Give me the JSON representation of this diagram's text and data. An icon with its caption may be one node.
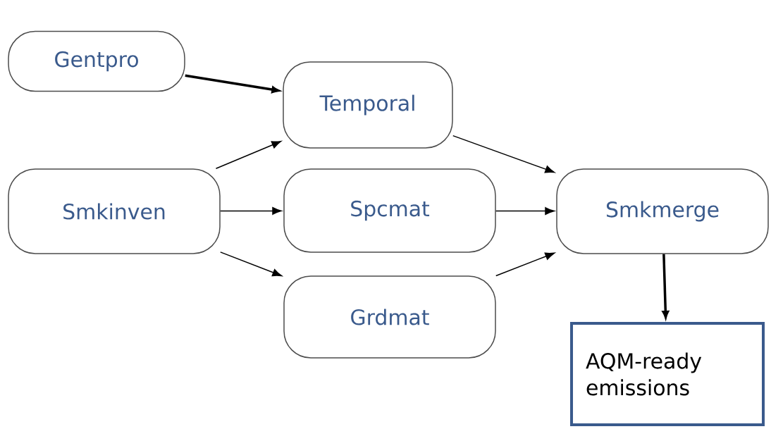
{
  "diagram": {
    "nodes": [
      {
        "text": [
          "Gentpro"
        ]
      },
      {
        "text": [
          "Temporal"
        ]
      },
      {
        "text": [
          "Smkinven"
        ]
      },
      {
        "text": [
          "Spcmat"
        ]
      },
      {
        "text": [
          "Grdmat"
        ]
      },
      {
        "text": [
          "Smkmerge"
        ]
      },
      {
        "text": [
          "AQM-ready emissions"
        ]
      }
    ],
    "edges": [
      {
        "from": 0,
        "to": 1,
        "arrow": "to",
        "style": "thick"
      },
      {
        "from": 2,
        "to": 1,
        "arrow": "to"
      },
      {
        "from": 2,
        "to": 3,
        "arrow": "to"
      },
      {
        "from": 2,
        "to": 4,
        "arrow": "to"
      },
      {
        "from": 1,
        "to": 5,
        "arrow": "to"
      },
      {
        "from": 3,
        "to": 5,
        "arrow": "to"
      },
      {
        "from": 4,
        "to": 5,
        "arrow": "to"
      },
      {
        "from": 5,
        "to": 6,
        "arrow": "to",
        "style": "thick"
      }
    ]
  }
}
